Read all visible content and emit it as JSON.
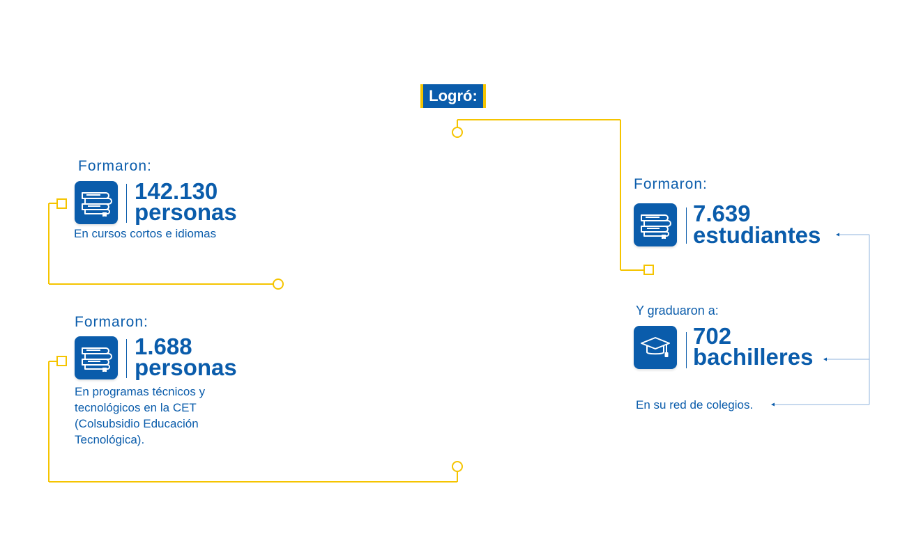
{
  "header": {
    "title": "Logró:"
  },
  "blocks": {
    "left_top": {
      "label": "Formaron:",
      "number": "142.130",
      "unit": "personas",
      "description": "En cursos cortos e idiomas",
      "icon": "books-icon"
    },
    "left_bottom": {
      "label": "Formaron:",
      "number": "1.688",
      "unit": "personas",
      "description_lines": [
        "En programas técnicos y",
        "tecnológicos en la CET",
        "(Colsubsidio Educación",
        "Tecnológica)."
      ],
      "icon": "books-icon"
    },
    "right_top": {
      "label": "Formaron:",
      "number": "7.639",
      "unit": "estudiantes",
      "icon": "books-icon"
    },
    "right_bottom": {
      "label": "Y graduaron a:",
      "number": "702",
      "unit": "bachilleres",
      "icon": "graduation-cap-icon"
    },
    "right_note": "En su red de colegios."
  },
  "colors": {
    "primary_blue": "#0a5cab",
    "accent_yellow": "#f5c400",
    "connector_light_blue": "#8fb3dc"
  }
}
